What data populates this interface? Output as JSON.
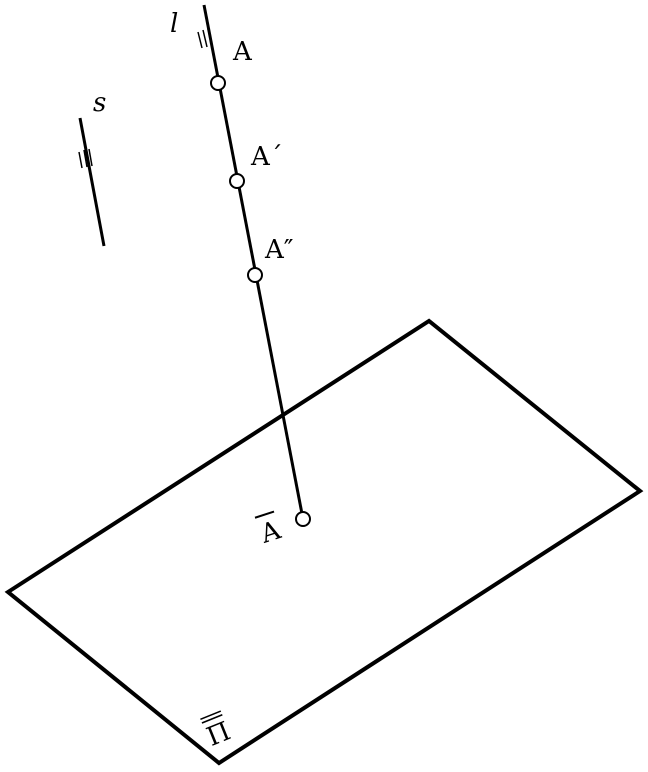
{
  "labels": {
    "line_l": "l",
    "line_s": "s",
    "point_a": "A",
    "point_a_prime": "A´",
    "point_a_double_prime": "A″",
    "point_a_bar": "A",
    "plane": "Π"
  },
  "colors": {
    "stroke": "#000000",
    "background": "#ffffff",
    "point_fill": "#ffffff"
  }
}
